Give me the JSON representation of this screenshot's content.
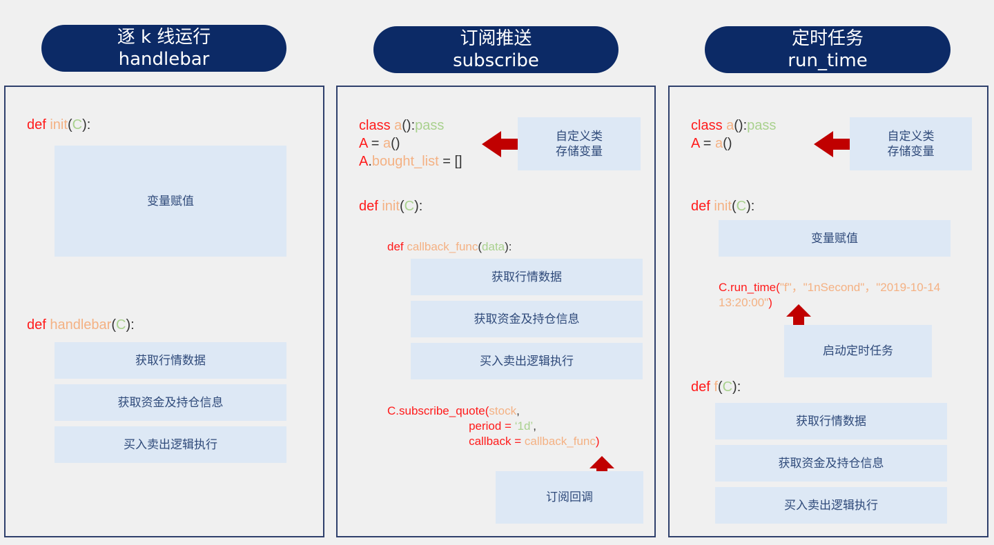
{
  "colors": {
    "header": "#0c2a66",
    "keyword": "#ff1a1a",
    "name": "#f4b183",
    "param": "#a9d18e",
    "arrow": "#c00000"
  },
  "columns": [
    {
      "title_cn": "逐 k 线运行",
      "title_en": "handlebar",
      "code": {
        "init": [
          [
            [
              "def ",
              "red"
            ],
            [
              "init",
              "or"
            ],
            [
              "(",
              "dk"
            ],
            [
              "C",
              "gr"
            ],
            "):"
          ]
        ],
        "handlebar": [
          [
            [
              "def ",
              "red"
            ],
            [
              "handlebar",
              "or"
            ],
            [
              "(",
              "dk"
            ],
            [
              "C",
              "gr"
            ],
            [
              "):",
              "dk"
            ]
          ]
        ]
      },
      "boxes": [
        "变量赋值",
        "获取行情数据",
        "获取资金及持仓信息",
        "买入卖出逻辑执行"
      ]
    },
    {
      "title_cn": "订阅推送",
      "title_en": "subscribe",
      "code": {
        "cls": [
          [
            [
              "class ",
              "red"
            ],
            [
              "a",
              "or"
            ],
            [
              "():",
              "dk"
            ],
            [
              "pass",
              "gr"
            ]
          ],
          [
            [
              "A",
              "red"
            ],
            [
              " = ",
              "dk"
            ],
            [
              "a",
              "or"
            ],
            [
              "()",
              "dk"
            ]
          ],
          [
            [
              "A",
              "red"
            ],
            [
              ".",
              "dk"
            ],
            [
              "bought_list",
              "or"
            ],
            [
              " = []",
              "dk"
            ]
          ]
        ],
        "init": [
          [
            [
              "def ",
              "red"
            ],
            [
              "init",
              "or"
            ],
            [
              "(",
              "dk"
            ],
            [
              "C",
              "gr"
            ],
            [
              "):",
              "dk"
            ]
          ]
        ],
        "cb": [
          [
            [
              "def ",
              "red"
            ],
            [
              "callback_func",
              "or"
            ],
            [
              "(",
              "dk"
            ],
            [
              "data",
              "gr"
            ],
            [
              "):",
              "dk"
            ]
          ]
        ],
        "sub": [
          [
            [
              "C.subscribe_quote(",
              "red"
            ],
            [
              "stock",
              "or"
            ],
            [
              ",",
              "dk"
            ]
          ],
          [
            [
              "                         period = ",
              "red"
            ],
            [
              "‘1d’",
              "gr"
            ],
            [
              ",",
              "dk"
            ]
          ],
          [
            [
              "                         callback = ",
              "red"
            ],
            [
              "callback_func",
              "or"
            ],
            [
              ")",
              "red"
            ]
          ]
        ]
      },
      "boxes": [
        "自定义类\n存储变量",
        "获取行情数据",
        "获取资金及持仓信息",
        "买入卖出逻辑执行",
        "订阅回调"
      ]
    },
    {
      "title_cn": "定时任务",
      "title_en": "run_time",
      "code": {
        "cls": [
          [
            [
              "class ",
              "red"
            ],
            [
              "a",
              "or"
            ],
            [
              "():",
              "dk"
            ],
            [
              "pass",
              "gr"
            ]
          ],
          [
            [
              "A",
              "red"
            ],
            [
              " = ",
              "dk"
            ],
            [
              "a",
              "or"
            ],
            [
              "()",
              "dk"
            ]
          ]
        ],
        "init": [
          [
            [
              "def ",
              "red"
            ],
            [
              "init",
              "or"
            ],
            [
              "(",
              "dk"
            ],
            [
              "C",
              "gr"
            ],
            [
              "):",
              "dk"
            ]
          ]
        ],
        "rt": [
          [
            [
              "C.run_time(",
              "red"
            ],
            [
              "\"f\"，\"1nSecond\"，\"2019-10-14",
              "or"
            ]
          ],
          [
            [
              "13:20:00\"",
              "or"
            ],
            [
              ")",
              "red"
            ]
          ]
        ],
        "f": [
          [
            [
              "def ",
              "red"
            ],
            [
              "f",
              "or"
            ],
            [
              "(",
              "dk"
            ],
            [
              "C",
              "gr"
            ],
            [
              "):",
              "dk"
            ]
          ]
        ]
      },
      "boxes": [
        "自定义类\n存储变量",
        "变量赋值",
        "启动定时任务",
        "获取行情数据",
        "获取资金及持仓信息",
        "买入卖出逻辑执行"
      ]
    }
  ]
}
